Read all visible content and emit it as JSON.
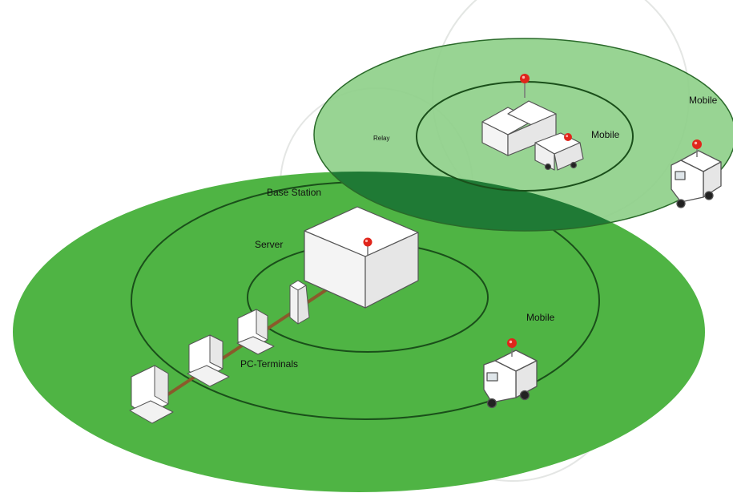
{
  "labels": {
    "base_station": "Base Station",
    "server": "Server",
    "pc_terminals": "PC-Terminals",
    "mobile_center": "Mobile",
    "mobile_top_right": "Mobile",
    "mobile_relay_area": "Mobile",
    "relay": "Relay"
  },
  "colors": {
    "zone_main": "#4fb444",
    "zone_main_dark": "#2e8a2e",
    "zone_relay": "#8fd08a",
    "zone_overlap": "#1f7a35",
    "ring_line": "#1a4f1a",
    "cable": "#8a5a2b",
    "antenna_pin": "#e0251b",
    "building_face": "#ffffff",
    "building_stroke": "#555555"
  },
  "icons": [
    "server-building-icon",
    "relay-building-icon",
    "pc-terminal-icon",
    "van-icon",
    "antenna-pin-icon"
  ]
}
